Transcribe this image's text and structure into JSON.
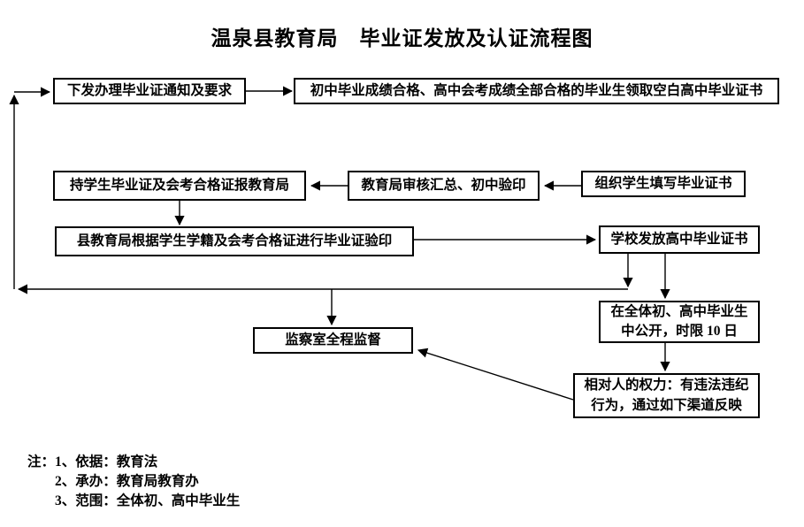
{
  "title": "温泉县教育局　毕业证发放及认证流程图",
  "nodes": {
    "issue_notice": "下发办理毕业证通知及要求",
    "collect_blank": "初中毕业成绩合格、高中会考成绩全部合格的毕业生领取空白高中毕业证书",
    "organize_fill": "组织学生填写毕业证书",
    "bureau_review": "教育局审核汇总、初中验印",
    "submit_bureau": "持学生毕业证及会考合格证报教育局",
    "county_verify": "县教育局根据学生学籍及会考合格证进行毕业证验印",
    "school_issue": "学校发放高中毕业证书",
    "publicize": "在全体初、高中毕业生中公开，时限 10 日",
    "rights": "相对人的权力：有违法违纪行为，通过如下渠道反映",
    "supervision": "监察室全程监督"
  },
  "notes": {
    "prefix": "注：",
    "items": [
      "1、依据：教育法",
      "2、承办：教育局教育办",
      "3、范围：全体初、高中毕业生"
    ]
  }
}
